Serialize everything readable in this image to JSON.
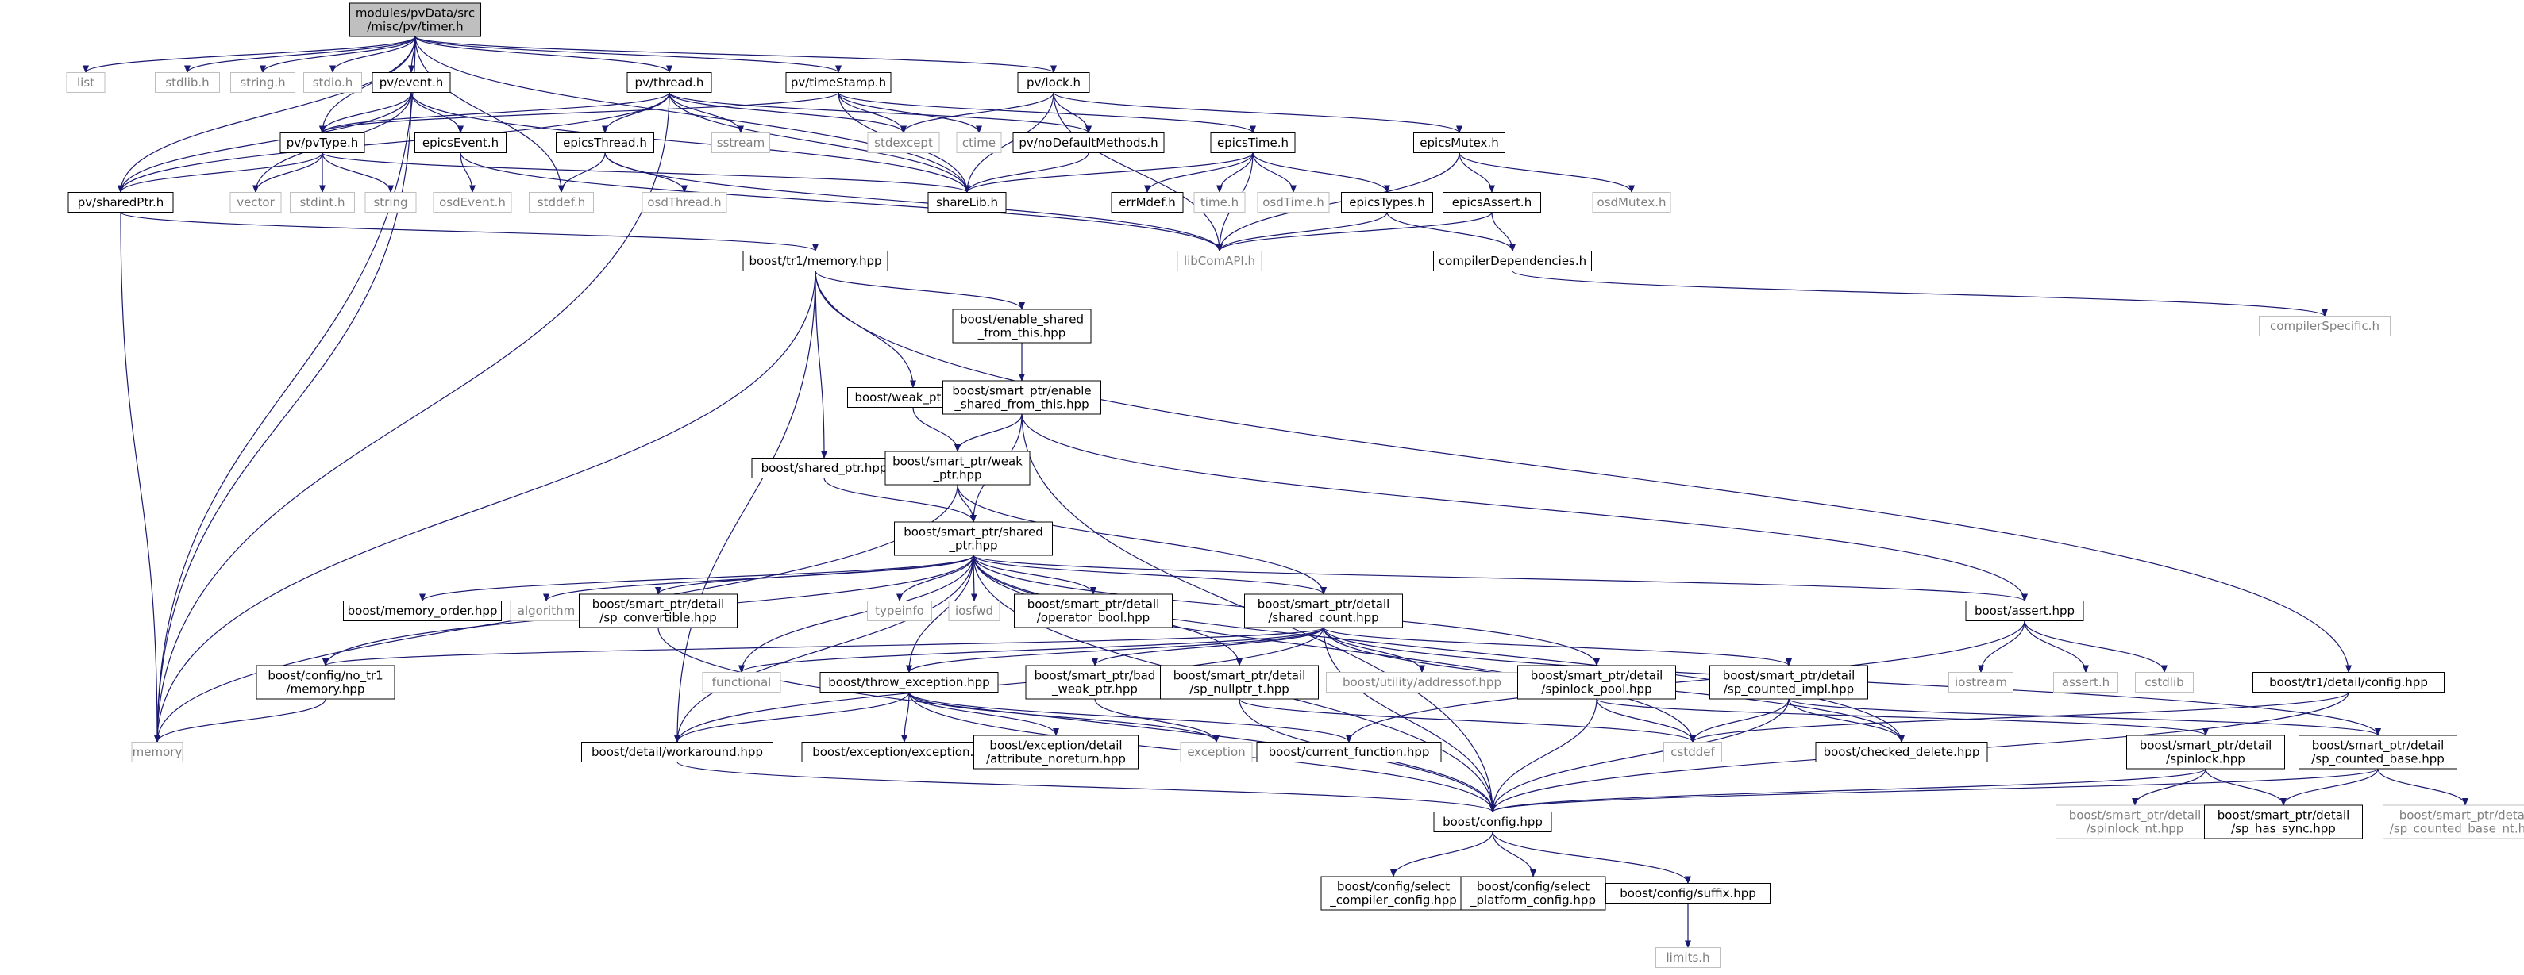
{
  "diagram": {
    "root": "root",
    "nodes": [
      {
        "id": "root",
        "lines": [
          "modules/pvData/src",
          "/misc/pv/timer.h"
        ],
        "style": "root"
      },
      {
        "id": "list",
        "lines": [
          "list"
        ],
        "style": "sys"
      },
      {
        "id": "stdlib",
        "lines": [
          "stdlib.h"
        ],
        "style": "sys"
      },
      {
        "id": "stringh",
        "lines": [
          "string.h"
        ],
        "style": "sys"
      },
      {
        "id": "stdio",
        "lines": [
          "stdio.h"
        ],
        "style": "sys"
      },
      {
        "id": "pvevent",
        "lines": [
          "pv/event.h"
        ],
        "style": "doc"
      },
      {
        "id": "pvthread",
        "lines": [
          "pv/thread.h"
        ],
        "style": "doc"
      },
      {
        "id": "pvtimestamp",
        "lines": [
          "pv/timeStamp.h"
        ],
        "style": "doc"
      },
      {
        "id": "pvlock",
        "lines": [
          "pv/lock.h"
        ],
        "style": "doc"
      },
      {
        "id": "pvtype",
        "lines": [
          "pv/pvType.h"
        ],
        "style": "doc"
      },
      {
        "id": "epicsevent",
        "lines": [
          "epicsEvent.h"
        ],
        "style": "doc"
      },
      {
        "id": "epicsthread",
        "lines": [
          "epicsThread.h"
        ],
        "style": "doc"
      },
      {
        "id": "sstream",
        "lines": [
          "sstream"
        ],
        "style": "sys"
      },
      {
        "id": "stdexcept",
        "lines": [
          "stdexcept"
        ],
        "style": "sys"
      },
      {
        "id": "ctime",
        "lines": [
          "ctime"
        ],
        "style": "sys"
      },
      {
        "id": "nodefault",
        "lines": [
          "pv/noDefaultMethods.h"
        ],
        "style": "doc"
      },
      {
        "id": "epicstime",
        "lines": [
          "epicsTime.h"
        ],
        "style": "doc"
      },
      {
        "id": "epicsmutex",
        "lines": [
          "epicsMutex.h"
        ],
        "style": "doc"
      },
      {
        "id": "vector",
        "lines": [
          "vector"
        ],
        "style": "sys"
      },
      {
        "id": "stdint",
        "lines": [
          "stdint.h"
        ],
        "style": "sys"
      },
      {
        "id": "string",
        "lines": [
          "string"
        ],
        "style": "sys"
      },
      {
        "id": "osdevent",
        "lines": [
          "osdEvent.h"
        ],
        "style": "sys"
      },
      {
        "id": "stddefh",
        "lines": [
          "stddef.h"
        ],
        "style": "sys"
      },
      {
        "id": "osdthread",
        "lines": [
          "osdThread.h"
        ],
        "style": "sys"
      },
      {
        "id": "sharelib",
        "lines": [
          "shareLib.h"
        ],
        "style": "doc"
      },
      {
        "id": "errmdef",
        "lines": [
          "errMdef.h"
        ],
        "style": "doc"
      },
      {
        "id": "timeh",
        "lines": [
          "time.h"
        ],
        "style": "sys"
      },
      {
        "id": "osdtime",
        "lines": [
          "osdTime.h"
        ],
        "style": "sys"
      },
      {
        "id": "epicstypes",
        "lines": [
          "epicsTypes.h"
        ],
        "style": "doc"
      },
      {
        "id": "epicsassert",
        "lines": [
          "epicsAssert.h"
        ],
        "style": "doc"
      },
      {
        "id": "osdmutex",
        "lines": [
          "osdMutex.h"
        ],
        "style": "sys"
      },
      {
        "id": "sharedptr",
        "lines": [
          "pv/sharedPtr.h"
        ],
        "style": "doc"
      },
      {
        "id": "libcomapi",
        "lines": [
          "libComAPI.h"
        ],
        "style": "sys"
      },
      {
        "id": "compilerdep",
        "lines": [
          "compilerDependencies.h"
        ],
        "style": "doc"
      },
      {
        "id": "tr1memory",
        "lines": [
          "boost/tr1/memory.hpp"
        ],
        "style": "doc"
      },
      {
        "id": "compilerspec",
        "lines": [
          "compilerSpecific.h"
        ],
        "style": "sys"
      },
      {
        "id": "enableshared",
        "lines": [
          "boost/enable_shared",
          "_from_this.hpp"
        ],
        "style": "doc"
      },
      {
        "id": "weakptr",
        "lines": [
          "boost/weak_ptr.hpp"
        ],
        "style": "doc"
      },
      {
        "id": "spenable",
        "lines": [
          "boost/smart_ptr/enable",
          "_shared_from_this.hpp"
        ],
        "style": "doc"
      },
      {
        "id": "sharedptrhpp",
        "lines": [
          "boost/shared_ptr.hpp"
        ],
        "style": "doc"
      },
      {
        "id": "spweak",
        "lines": [
          "boost/smart_ptr/weak",
          "_ptr.hpp"
        ],
        "style": "doc"
      },
      {
        "id": "spshared",
        "lines": [
          "boost/smart_ptr/shared",
          "_ptr.hpp"
        ],
        "style": "doc"
      },
      {
        "id": "memorder",
        "lines": [
          "boost/memory_order.hpp"
        ],
        "style": "doc"
      },
      {
        "id": "algorithm",
        "lines": [
          "algorithm"
        ],
        "style": "sys"
      },
      {
        "id": "spconv",
        "lines": [
          "boost/smart_ptr/detail",
          "/sp_convertible.hpp"
        ],
        "style": "doc"
      },
      {
        "id": "typeinfo",
        "lines": [
          "typeinfo"
        ],
        "style": "sys"
      },
      {
        "id": "iosfwd",
        "lines": [
          "iosfwd"
        ],
        "style": "sys"
      },
      {
        "id": "opbool",
        "lines": [
          "boost/smart_ptr/detail",
          "/operator_bool.hpp"
        ],
        "style": "doc"
      },
      {
        "id": "sharedcount",
        "lines": [
          "boost/smart_ptr/detail",
          "/shared_count.hpp"
        ],
        "style": "doc"
      },
      {
        "id": "assert",
        "lines": [
          "boost/assert.hpp"
        ],
        "style": "doc"
      },
      {
        "id": "tr1config",
        "lines": [
          "boost/tr1/detail/config.hpp"
        ],
        "style": "doc"
      },
      {
        "id": "notr1",
        "lines": [
          "boost/config/no_tr1",
          "/memory.hpp"
        ],
        "style": "doc"
      },
      {
        "id": "functional",
        "lines": [
          "functional"
        ],
        "style": "sys"
      },
      {
        "id": "throwexc",
        "lines": [
          "boost/throw_exception.hpp"
        ],
        "style": "doc"
      },
      {
        "id": "badweak",
        "lines": [
          "boost/smart_ptr/bad",
          "_weak_ptr.hpp"
        ],
        "style": "doc"
      },
      {
        "id": "nullptr",
        "lines": [
          "boost/smart_ptr/detail",
          "/sp_nullptr_t.hpp"
        ],
        "style": "doc"
      },
      {
        "id": "addressof",
        "lines": [
          "boost/utility/addressof.hpp"
        ],
        "style": "sys"
      },
      {
        "id": "spinpool",
        "lines": [
          "boost/smart_ptr/detail",
          "/spinlock_pool.hpp"
        ],
        "style": "doc"
      },
      {
        "id": "countedimpl",
        "lines": [
          "boost/smart_ptr/detail",
          "/sp_counted_impl.hpp"
        ],
        "style": "doc"
      },
      {
        "id": "iostream",
        "lines": [
          "iostream"
        ],
        "style": "sys"
      },
      {
        "id": "asserth",
        "lines": [
          "assert.h"
        ],
        "style": "sys"
      },
      {
        "id": "cstdlib",
        "lines": [
          "cstdlib"
        ],
        "style": "sys"
      },
      {
        "id": "memory",
        "lines": [
          "memory"
        ],
        "style": "sys"
      },
      {
        "id": "workaround",
        "lines": [
          "boost/detail/workaround.hpp"
        ],
        "style": "doc"
      },
      {
        "id": "excexc",
        "lines": [
          "boost/exception/exception.hpp"
        ],
        "style": "doc"
      },
      {
        "id": "attrnoret",
        "lines": [
          "boost/exception/detail",
          "/attribute_noreturn.hpp"
        ],
        "style": "doc"
      },
      {
        "id": "exception",
        "lines": [
          "exception"
        ],
        "style": "sys"
      },
      {
        "id": "curfunc",
        "lines": [
          "boost/current_function.hpp"
        ],
        "style": "doc"
      },
      {
        "id": "cstddef",
        "lines": [
          "cstddef"
        ],
        "style": "sys"
      },
      {
        "id": "checkeddel",
        "lines": [
          "boost/checked_delete.hpp"
        ],
        "style": "doc"
      },
      {
        "id": "spinlock",
        "lines": [
          "boost/smart_ptr/detail",
          "/spinlock.hpp"
        ],
        "style": "doc"
      },
      {
        "id": "countedbase",
        "lines": [
          "boost/smart_ptr/detail",
          "/sp_counted_base.hpp"
        ],
        "style": "doc"
      },
      {
        "id": "config",
        "lines": [
          "boost/config.hpp"
        ],
        "style": "doc"
      },
      {
        "id": "spinlocknt",
        "lines": [
          "boost/smart_ptr/detail",
          "/spinlock_nt.hpp"
        ],
        "style": "sys"
      },
      {
        "id": "hassync",
        "lines": [
          "boost/smart_ptr/detail",
          "/sp_has_sync.hpp"
        ],
        "style": "doc"
      },
      {
        "id": "countedbasent",
        "lines": [
          "boost/smart_ptr/detail",
          "/sp_counted_base_nt.hpp"
        ],
        "style": "sys"
      },
      {
        "id": "selcomp",
        "lines": [
          "boost/config/select",
          "_compiler_config.hpp"
        ],
        "style": "doc"
      },
      {
        "id": "selplat",
        "lines": [
          "boost/config/select",
          "_platform_config.hpp"
        ],
        "style": "doc"
      },
      {
        "id": "suffix",
        "lines": [
          "boost/config/suffix.hpp"
        ],
        "style": "doc"
      },
      {
        "id": "limits",
        "lines": [
          "limits.h"
        ],
        "style": "sys"
      }
    ],
    "edges": [
      [
        "root",
        "memory"
      ],
      [
        "root",
        "list"
      ],
      [
        "root",
        "stdlib"
      ],
      [
        "root",
        "stringh"
      ],
      [
        "root",
        "stdio"
      ],
      [
        "root",
        "pvevent"
      ],
      [
        "root",
        "pvthread"
      ],
      [
        "root",
        "pvtimestamp"
      ],
      [
        "root",
        "pvlock"
      ],
      [
        "root",
        "sharedptr"
      ],
      [
        "root",
        "sharelib"
      ],
      [
        "root",
        "pvtype"
      ],
      [
        "root",
        "stddefh"
      ],
      [
        "pvevent",
        "memory"
      ],
      [
        "pvevent",
        "vector"
      ],
      [
        "pvevent",
        "pvtype"
      ],
      [
        "pvevent",
        "epicsevent"
      ],
      [
        "pvevent",
        "sharedptr"
      ],
      [
        "pvevent",
        "sharelib"
      ],
      [
        "pvthread",
        "memory"
      ],
      [
        "pvthread",
        "pvtype"
      ],
      [
        "pvthread",
        "sharedptr"
      ],
      [
        "pvthread",
        "epicsthread"
      ],
      [
        "pvthread",
        "sstream"
      ],
      [
        "pvthread",
        "stdexcept"
      ],
      [
        "pvthread",
        "nodefault"
      ],
      [
        "pvthread",
        "sharelib"
      ],
      [
        "pvtimestamp",
        "ctime"
      ],
      [
        "pvtimestamp",
        "stdexcept"
      ],
      [
        "pvtimestamp",
        "epicstime"
      ],
      [
        "pvtimestamp",
        "pvtype"
      ],
      [
        "pvtimestamp",
        "sharelib"
      ],
      [
        "pvlock",
        "stdexcept"
      ],
      [
        "pvlock",
        "nodefault"
      ],
      [
        "pvlock",
        "epicsmutex"
      ],
      [
        "pvlock",
        "sharelib"
      ],
      [
        "pvlock",
        "libcomapi"
      ],
      [
        "pvtype",
        "sharedptr"
      ],
      [
        "pvtype",
        "vector"
      ],
      [
        "pvtype",
        "stdint"
      ],
      [
        "pvtype",
        "string"
      ],
      [
        "pvtype",
        "sharelib"
      ],
      [
        "epicsevent",
        "osdevent"
      ],
      [
        "epicsevent",
        "libcomapi"
      ],
      [
        "epicsthread",
        "stddefh"
      ],
      [
        "epicsthread",
        "osdthread"
      ],
      [
        "epicsthread",
        "libcomapi"
      ],
      [
        "nodefault",
        "sharelib"
      ],
      [
        "epicstime",
        "errmdef"
      ],
      [
        "epicstime",
        "timeh"
      ],
      [
        "epicstime",
        "osdtime"
      ],
      [
        "epicstime",
        "epicstypes"
      ],
      [
        "epicstime",
        "sharelib"
      ],
      [
        "epicstime",
        "libcomapi"
      ],
      [
        "epicsmutex",
        "epicsassert"
      ],
      [
        "epicsmutex",
        "osdmutex"
      ],
      [
        "epicsmutex",
        "libcomapi"
      ],
      [
        "epicstypes",
        "compilerdep"
      ],
      [
        "epicstypes",
        "libcomapi"
      ],
      [
        "epicsassert",
        "compilerdep"
      ],
      [
        "epicsassert",
        "libcomapi"
      ],
      [
        "compilerdep",
        "compilerspec"
      ],
      [
        "sharedptr",
        "memory"
      ],
      [
        "sharedptr",
        "tr1memory"
      ],
      [
        "tr1memory",
        "memory"
      ],
      [
        "tr1memory",
        "enableshared"
      ],
      [
        "tr1memory",
        "weakptr"
      ],
      [
        "tr1memory",
        "sharedptrhpp"
      ],
      [
        "tr1memory",
        "tr1config"
      ],
      [
        "tr1memory",
        "workaround"
      ],
      [
        "enableshared",
        "spenable"
      ],
      [
        "weakptr",
        "spweak"
      ],
      [
        "spenable",
        "spweak"
      ],
      [
        "spenable",
        "spshared"
      ],
      [
        "spenable",
        "assert"
      ],
      [
        "spenable",
        "config"
      ],
      [
        "sharedptrhpp",
        "spshared"
      ],
      [
        "spweak",
        "memory"
      ],
      [
        "spweak",
        "spshared"
      ],
      [
        "spweak",
        "sharedcount"
      ],
      [
        "spshared",
        "memorder"
      ],
      [
        "spshared",
        "algorithm"
      ],
      [
        "spshared",
        "spconv"
      ],
      [
        "spshared",
        "typeinfo"
      ],
      [
        "spshared",
        "iosfwd"
      ],
      [
        "spshared",
        "opbool"
      ],
      [
        "spshared",
        "sharedcount"
      ],
      [
        "spshared",
        "assert"
      ],
      [
        "spshared",
        "notr1"
      ],
      [
        "spshared",
        "functional"
      ],
      [
        "spshared",
        "throwexc"
      ],
      [
        "spshared",
        "nullptr"
      ],
      [
        "spshared",
        "spinpool"
      ],
      [
        "spshared",
        "checkeddel"
      ],
      [
        "spshared",
        "cstddef"
      ],
      [
        "spshared",
        "workaround"
      ],
      [
        "spshared",
        "config"
      ],
      [
        "spconv",
        "config"
      ],
      [
        "sharedcount",
        "notr1"
      ],
      [
        "sharedcount",
        "functional"
      ],
      [
        "sharedcount",
        "throwexc"
      ],
      [
        "sharedcount",
        "badweak"
      ],
      [
        "sharedcount",
        "addressof"
      ],
      [
        "sharedcount",
        "countedimpl"
      ],
      [
        "sharedcount",
        "countedbase"
      ],
      [
        "sharedcount",
        "checkeddel"
      ],
      [
        "sharedcount",
        "workaround"
      ],
      [
        "sharedcount",
        "config"
      ],
      [
        "assert",
        "iostream"
      ],
      [
        "assert",
        "asserth"
      ],
      [
        "assert",
        "cstdlib"
      ],
      [
        "assert",
        "curfunc"
      ],
      [
        "tr1config",
        "config"
      ],
      [
        "tr1config",
        "cstddef"
      ],
      [
        "notr1",
        "memory"
      ],
      [
        "throwexc",
        "workaround"
      ],
      [
        "throwexc",
        "excexc"
      ],
      [
        "throwexc",
        "attrnoret"
      ],
      [
        "throwexc",
        "exception"
      ],
      [
        "throwexc",
        "curfunc"
      ],
      [
        "throwexc",
        "config"
      ],
      [
        "badweak",
        "exception"
      ],
      [
        "nullptr",
        "cstddef"
      ],
      [
        "nullptr",
        "config"
      ],
      [
        "spinpool",
        "cstddef"
      ],
      [
        "spinpool",
        "spinlock"
      ],
      [
        "spinpool",
        "config"
      ],
      [
        "countedimpl",
        "cstddef"
      ],
      [
        "countedimpl",
        "checkeddel"
      ],
      [
        "countedimpl",
        "countedbase"
      ],
      [
        "countedimpl",
        "config"
      ],
      [
        "workaround",
        "config"
      ],
      [
        "spinlock",
        "spinlocknt"
      ],
      [
        "spinlock",
        "hassync"
      ],
      [
        "spinlock",
        "config"
      ],
      [
        "countedbase",
        "hassync"
      ],
      [
        "countedbase",
        "countedbasent"
      ],
      [
        "countedbase",
        "config"
      ],
      [
        "config",
        "selcomp"
      ],
      [
        "config",
        "selplat"
      ],
      [
        "config",
        "suffix"
      ],
      [
        "suffix",
        "limits"
      ]
    ],
    "colors": {
      "edge": "#191970",
      "doc_border": "#000000",
      "sys_border": "#bfbfbf",
      "sys_text": "#7f7f7f",
      "root_fill": "#bfbfbf",
      "node_fill": "#ffffff",
      "text": "#000000"
    }
  }
}
